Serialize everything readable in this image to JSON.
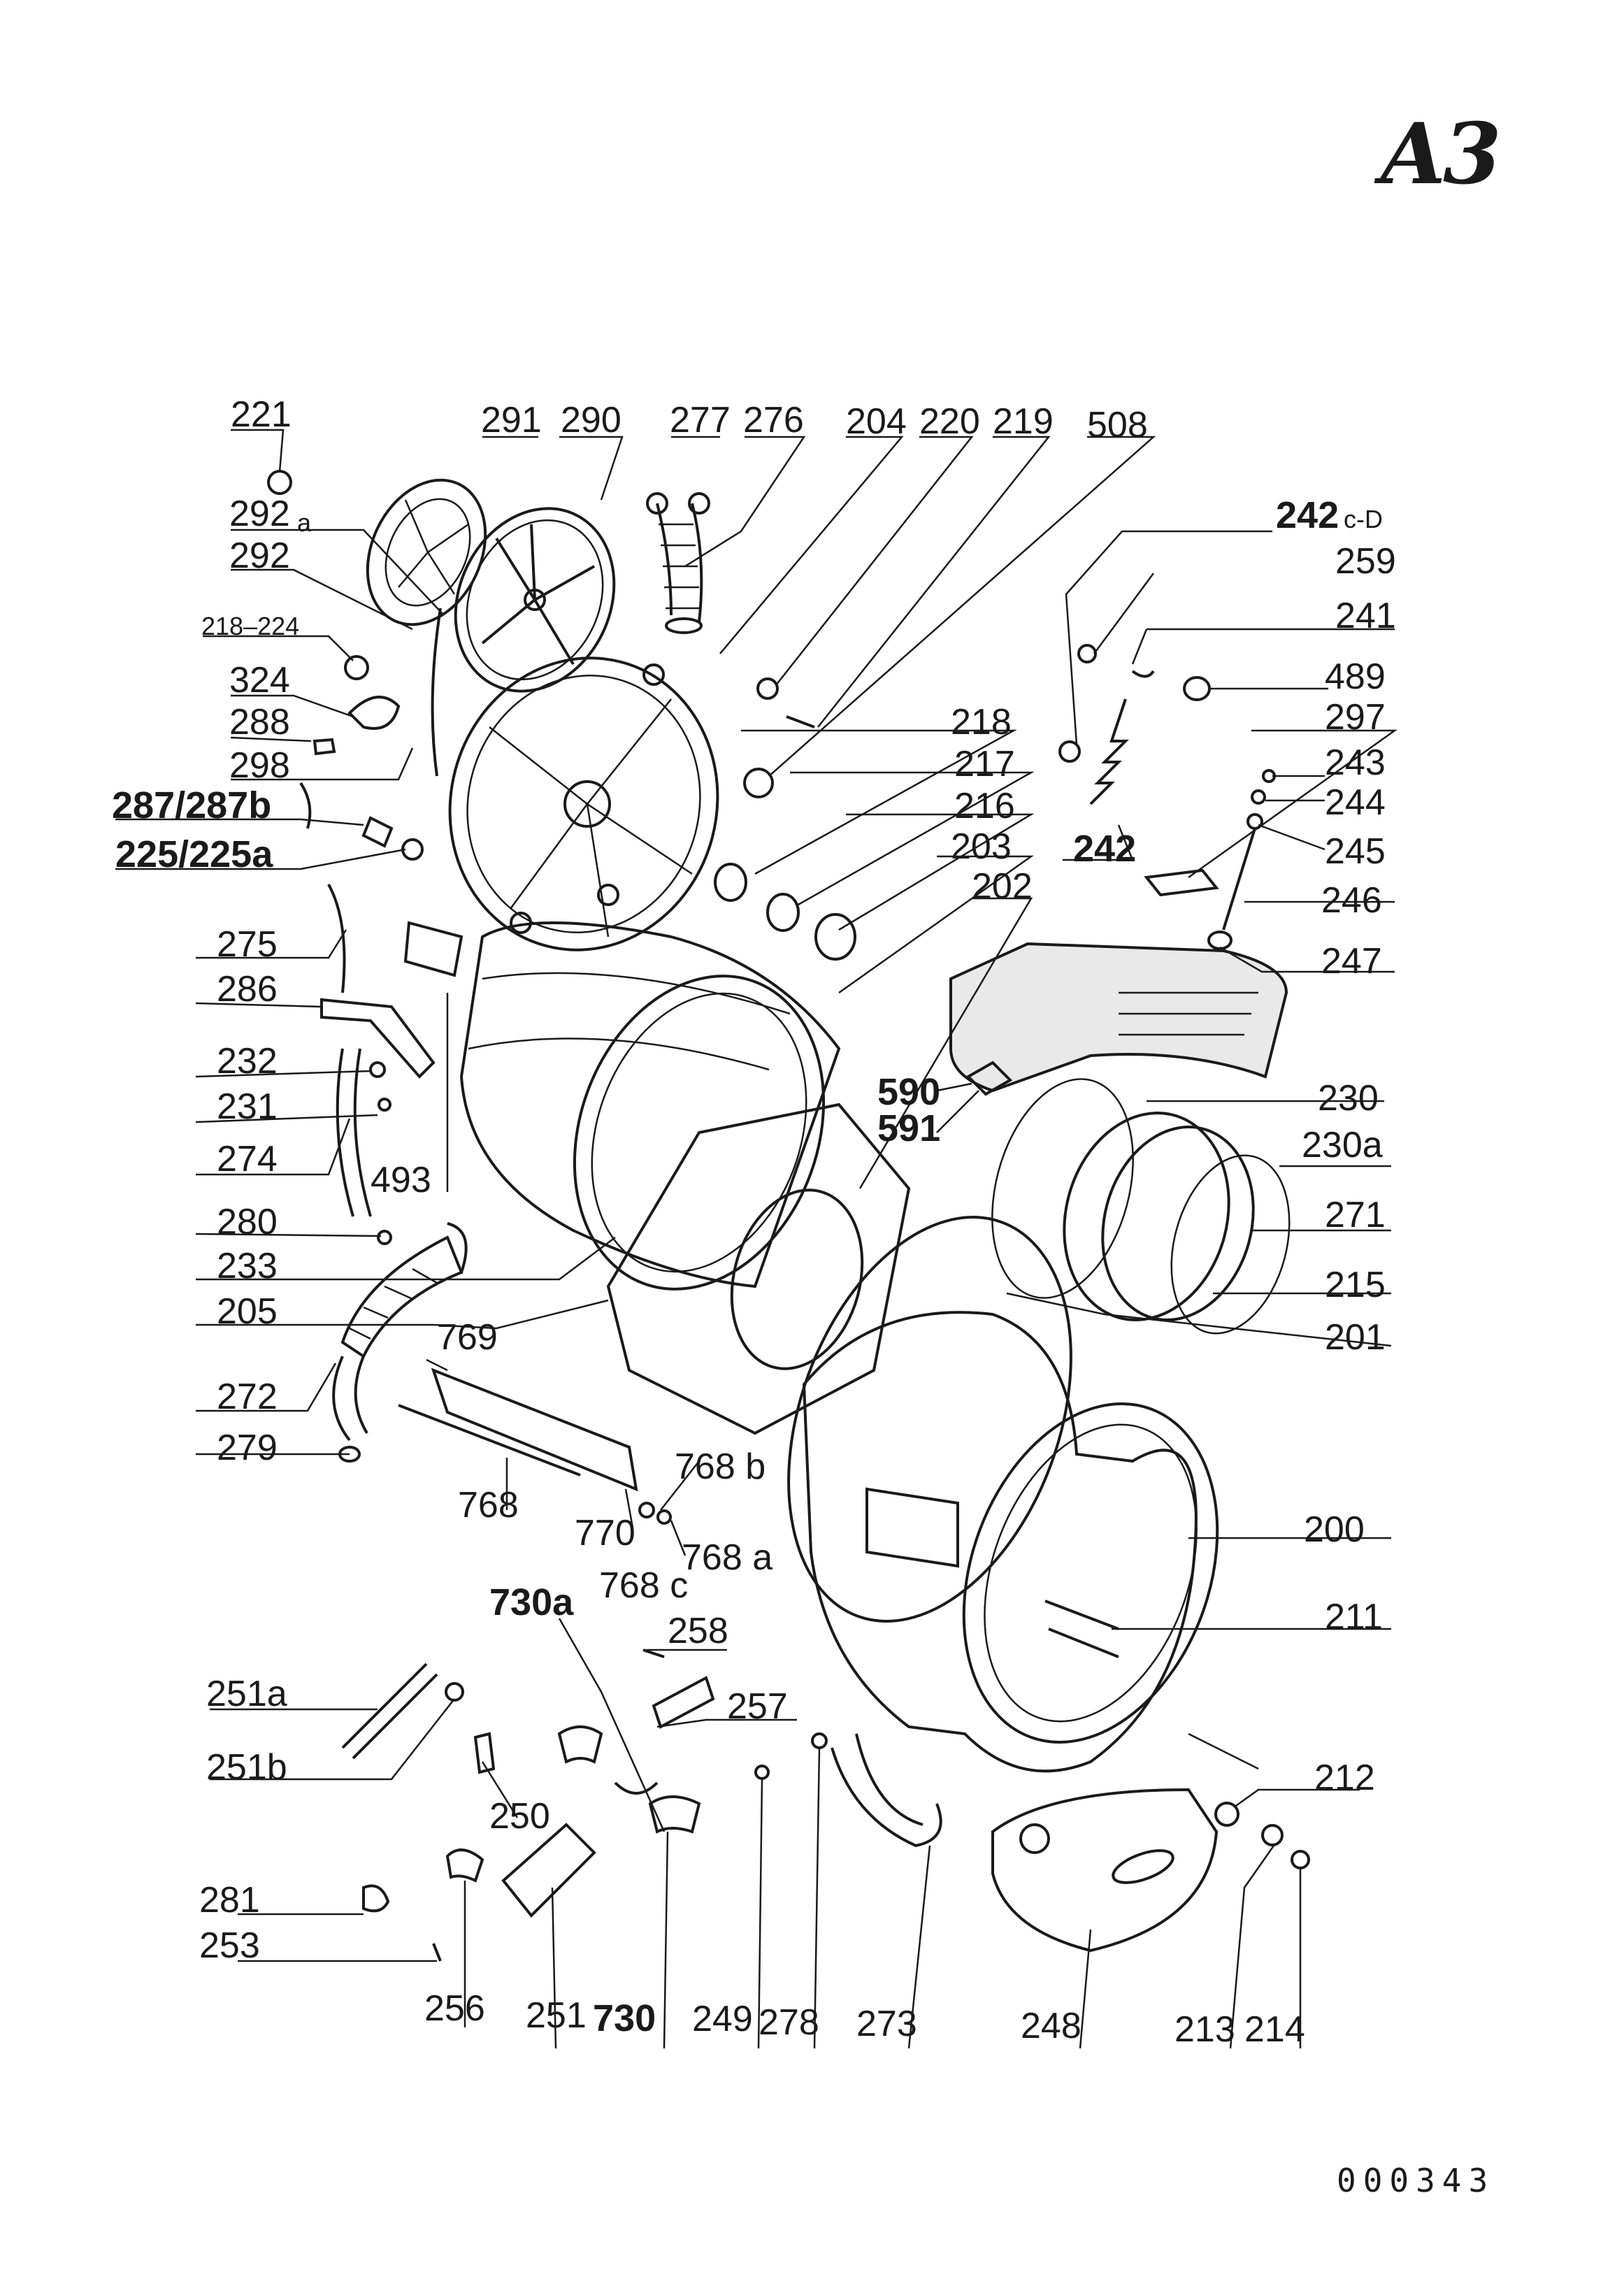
{
  "sheet": {
    "title": "A3",
    "document_number": "000343"
  },
  "parts": {
    "p221": "221",
    "p292a": "292",
    "p292a_suffix": "a",
    "p292": "292",
    "p218_224": "218–224",
    "p324": "324",
    "p288": "288",
    "p298": "298",
    "p287": "287/287b",
    "p225": "225/225a",
    "p291": "291",
    "p290": "290",
    "p277": "277",
    "p276": "276",
    "p204": "204",
    "p220": "220",
    "p219": "219",
    "p508": "508",
    "p242cd": "242",
    "p242cd_suffix": "c-D",
    "p259": "259",
    "p241": "241",
    "p489": "489",
    "p297": "297",
    "p243": "243",
    "p244": "244",
    "p245": "245",
    "p246": "246",
    "p247": "247",
    "p218": "218",
    "p217": "217",
    "p216": "216",
    "p203": "203",
    "p202": "202",
    "p242": "242",
    "p275": "275",
    "p286": "286",
    "p232": "232",
    "p231": "231",
    "p274": "274",
    "p493": "493",
    "p280": "280",
    "p233": "233",
    "p205": "205",
    "p769": "769",
    "p272": "272",
    "p279": "279",
    "p768": "768",
    "p770": "770",
    "p768b": "768 b",
    "p768a": "768 a",
    "p768c": "768 c",
    "p590": "590",
    "p591": "591",
    "p230": "230",
    "p230a": "230a",
    "p271": "271",
    "p215": "215",
    "p201": "201",
    "p200": "200",
    "p211": "211",
    "p212": "212",
    "p730a": "730a",
    "p258": "258",
    "p251a": "251a",
    "p251b": "251b",
    "p257": "257",
    "p250": "250",
    "p281": "281",
    "p253": "253",
    "p256": "256",
    "p251": "251",
    "p730": "730",
    "p249": "249",
    "p278": "278",
    "p273": "273",
    "p248": "248",
    "p213": "213",
    "p214": "214"
  }
}
